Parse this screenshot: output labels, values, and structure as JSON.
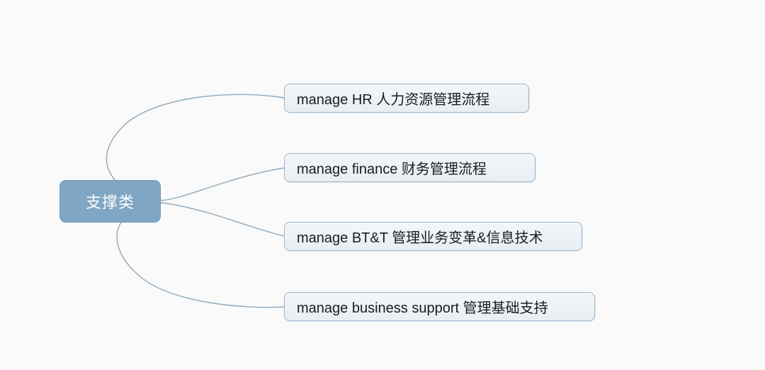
{
  "diagram": {
    "type": "mind-map",
    "background_color": "#fafafa",
    "root": {
      "label": "支撑类",
      "fill_color": "#7fa6c4",
      "text_color": "#ffffff"
    },
    "branch_color": "#8fa8bb",
    "node_fill_color": "#eef2f6",
    "node_border_color": "#9cb6c9",
    "node_text_color": "#1c1c1c",
    "children": [
      {
        "label": "manage HR 人力资源管理流程"
      },
      {
        "label": "manage finance 财务管理流程"
      },
      {
        "label": "manage BT&T 管理业务变革&信息技术"
      },
      {
        "label": "manage business support 管理基础支持"
      }
    ]
  }
}
